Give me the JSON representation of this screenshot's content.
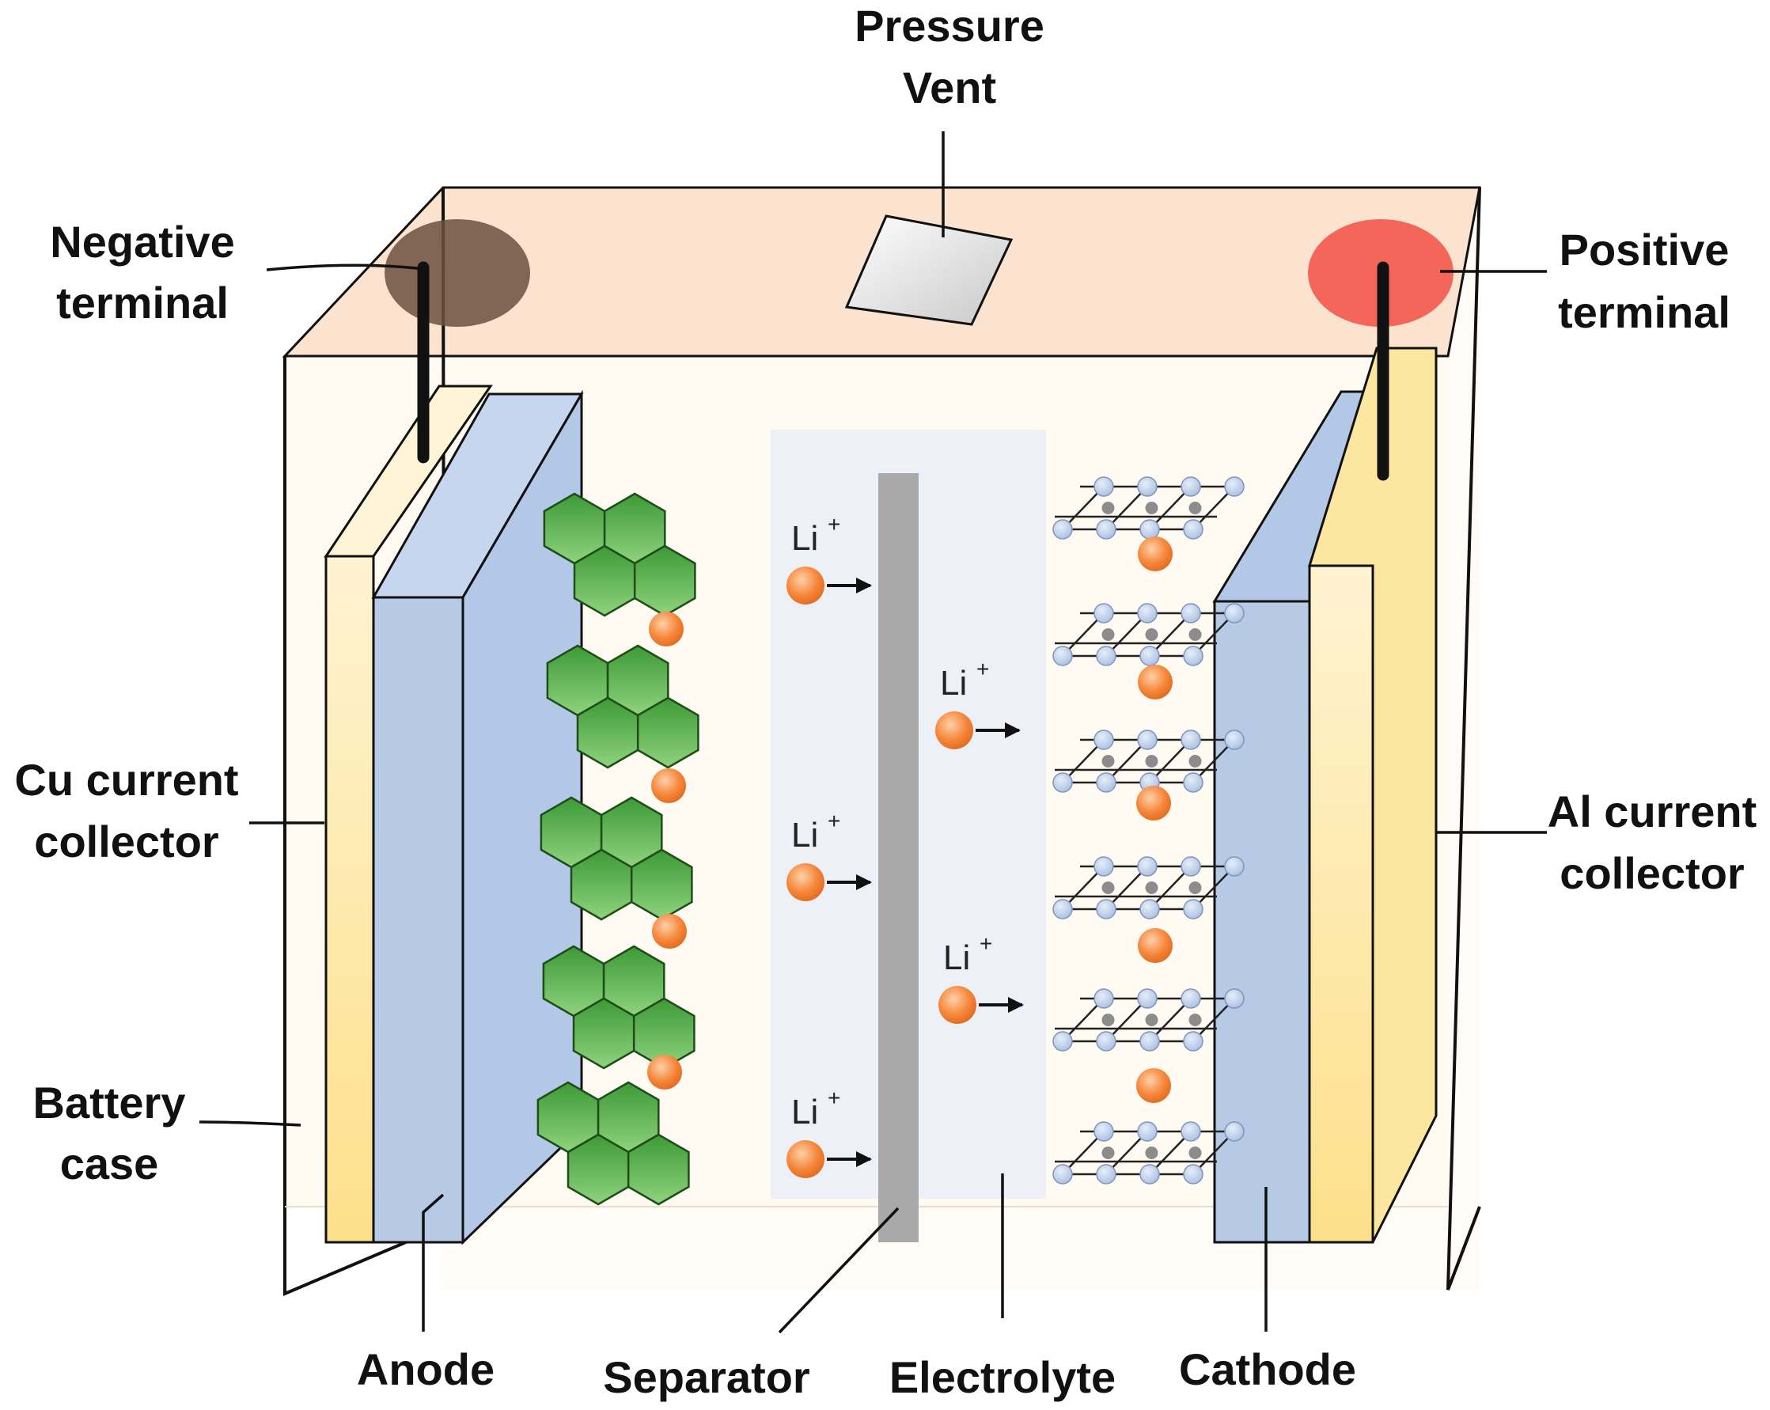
{
  "labels": {
    "pressure_vent": [
      "Pressure",
      "Vent"
    ],
    "negative_terminal": [
      "Negative",
      "terminal"
    ],
    "positive_terminal": [
      "Positive",
      "terminal"
    ],
    "cu_current_collector": [
      "Cu current",
      "collector"
    ],
    "al_current_collector": [
      "Al current",
      "collector"
    ],
    "battery_case": [
      "Battery",
      "case"
    ],
    "anode": "Anode",
    "separator": "Separator",
    "electrolyte": "Electrolyte",
    "cathode": "Cathode"
  },
  "ion": {
    "symbol": "Li",
    "charge": "+"
  },
  "colors": {
    "case_top": "#fbe3cf",
    "case_body": "#fffcf6",
    "collector": "#fde9a6",
    "electrode": "#b6cae6",
    "electrolyte": "#eef0f7",
    "separator": "#a9a9a9",
    "graphite": "#4aa541",
    "lithium_ion": "#f07a2c",
    "lattice_node": "#b7cbe8",
    "negative_terminal": "#6b5040",
    "positive_terminal": "#f24f45"
  }
}
